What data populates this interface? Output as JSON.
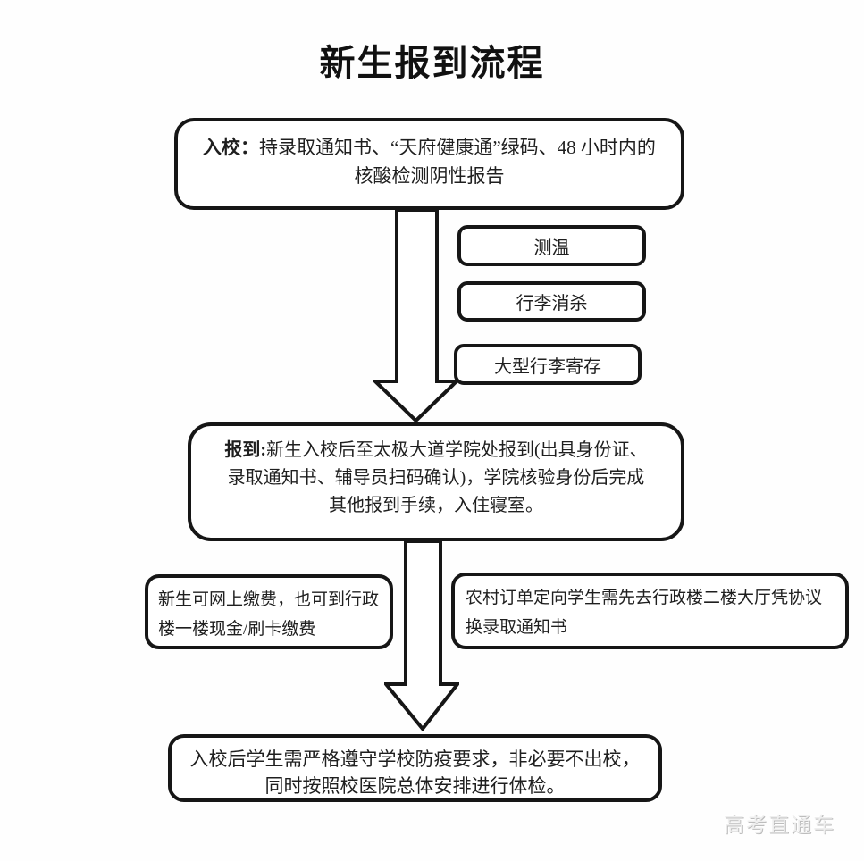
{
  "title": "新生报到流程",
  "flow": {
    "entry_box": {
      "label": "入校：",
      "text": "持录取通知书、“天府健康通”绿码、48 小时内的\n核酸检测阴性报告"
    },
    "side_steps": [
      "测温",
      "行李消杀",
      "大型行李寄存"
    ],
    "register_box": {
      "label": "报到:",
      "text": "新生入校后至太极大道学院处报到(出具身份证、\n录取通知书、辅导员扫码确认)，学院核验身份后完成\n其他报到手续，入住寝室。"
    },
    "pay_box": "新生可网上缴费，也可到行政\n楼一楼现金/刷卡缴费",
    "rural_box": "农村订单定向学生需先去行政楼二楼大厅凭协议\n换录取通知书",
    "final_box": "入校后学生需严格遵守学校防疫要求，非必要不出校，\n同时按照校医院总体安排进行体检。"
  },
  "watermark": "高考直通车",
  "colors": {
    "background": "#fefefe",
    "border": "#161616",
    "text": "#1f1f1f",
    "watermark": "#efefef"
  }
}
